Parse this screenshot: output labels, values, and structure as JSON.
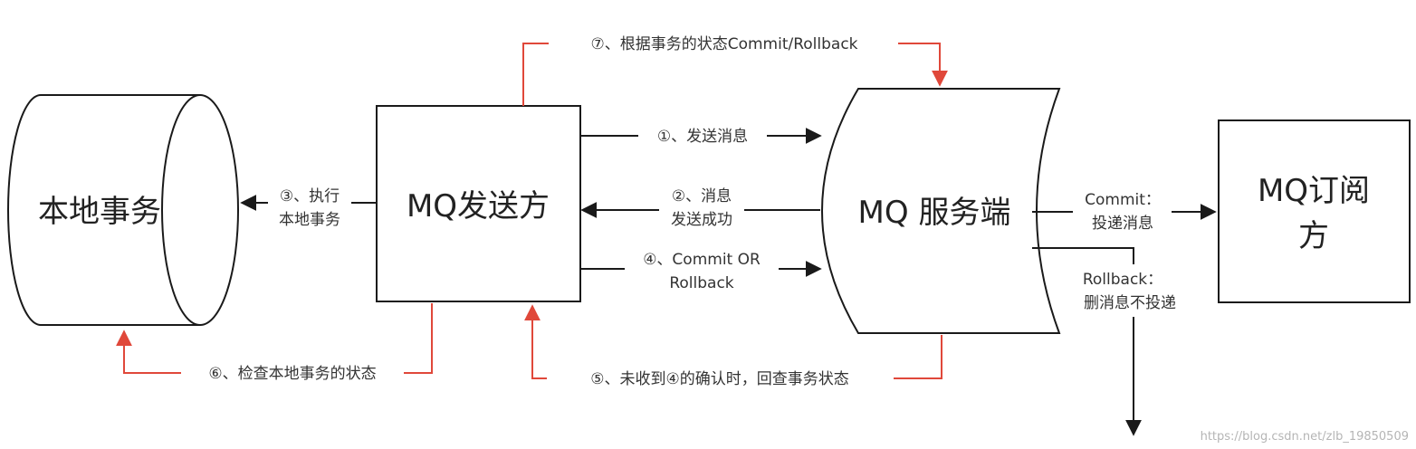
{
  "colors": {
    "line": "#1a1a1a",
    "red_line": "#e0483a",
    "background": "#ffffff",
    "watermark": "#b5b5b5"
  },
  "nodes": {
    "local_transaction": "本地事务",
    "mq_sender": "MQ发送方",
    "mq_server": "MQ 服务端",
    "mq_subscriber_line1": "MQ订阅",
    "mq_subscriber_line2": "方"
  },
  "edges": {
    "step1": "①、发送消息",
    "step2_line1": "②、消息",
    "step2_line2": "发送成功",
    "step3_line1": "③、执行",
    "step3_line2": "本地事务",
    "step4_line1": "④、Commit OR",
    "step4_line2": "Rollback",
    "step5": "⑤、未收到④的确认时，回查事务状态",
    "step6": "⑥、检查本地事务的状态",
    "step7": "⑦、根据事务的状态Commit/Rollback",
    "commit_line1": "Commit：",
    "commit_line2": "投递消息",
    "rollback_line1": "Rollback：",
    "rollback_line2": "删消息不投递"
  },
  "watermark": "https://blog.csdn.net/zlb_19850509"
}
